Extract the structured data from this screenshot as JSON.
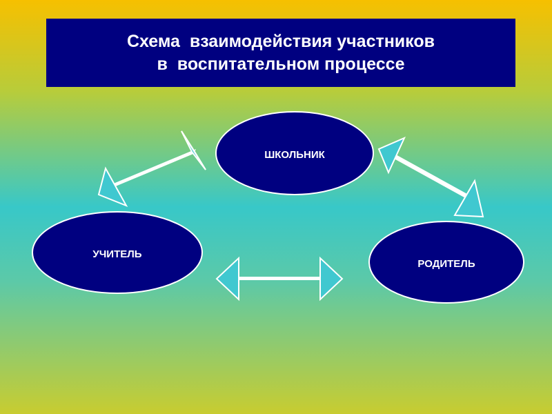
{
  "title": {
    "line1": "Схема  взаимодействия участников",
    "line2": "в  воспитательном процессе"
  },
  "nodes": {
    "student": "ШКОЛЬНИК",
    "teacher": "УЧИТЕЛЬ",
    "parent": "РОДИТЕЛЬ"
  },
  "colors": {
    "node_fill": "#000080",
    "node_stroke": "#ffffff",
    "arrow_fill": "#40c8d0",
    "arrow_stroke": "#ffffff"
  }
}
